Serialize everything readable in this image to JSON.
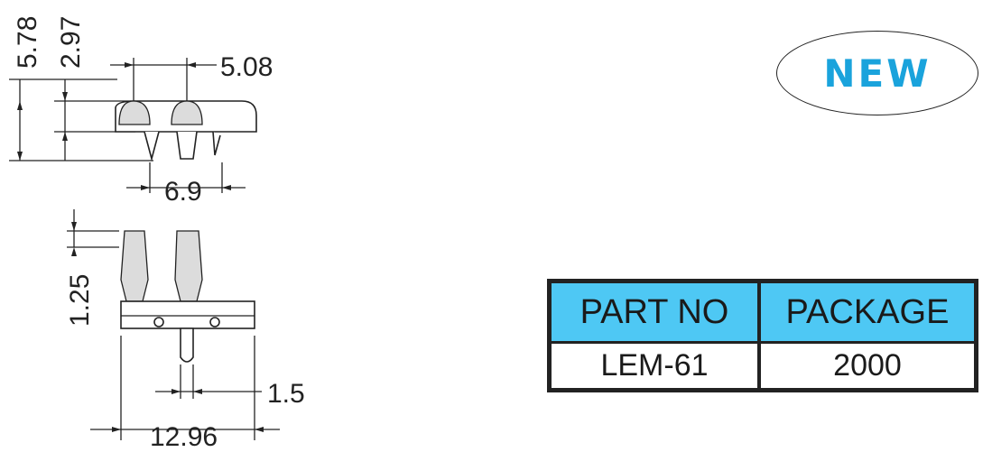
{
  "badge": {
    "text": "NEW",
    "color": "#1aa3dc"
  },
  "table": {
    "headers": [
      "PART NO",
      "PACKAGE"
    ],
    "row": [
      "LEM-61",
      "2000"
    ],
    "header_color": "#4ec8f4"
  },
  "dimensions": {
    "overall_height": "5.78",
    "body_height": "2.97",
    "pin_pitch": "5.08",
    "pin_span": "6.9",
    "tip_length": "1.25",
    "pin_width": "1.5",
    "total_width": "12.96"
  }
}
